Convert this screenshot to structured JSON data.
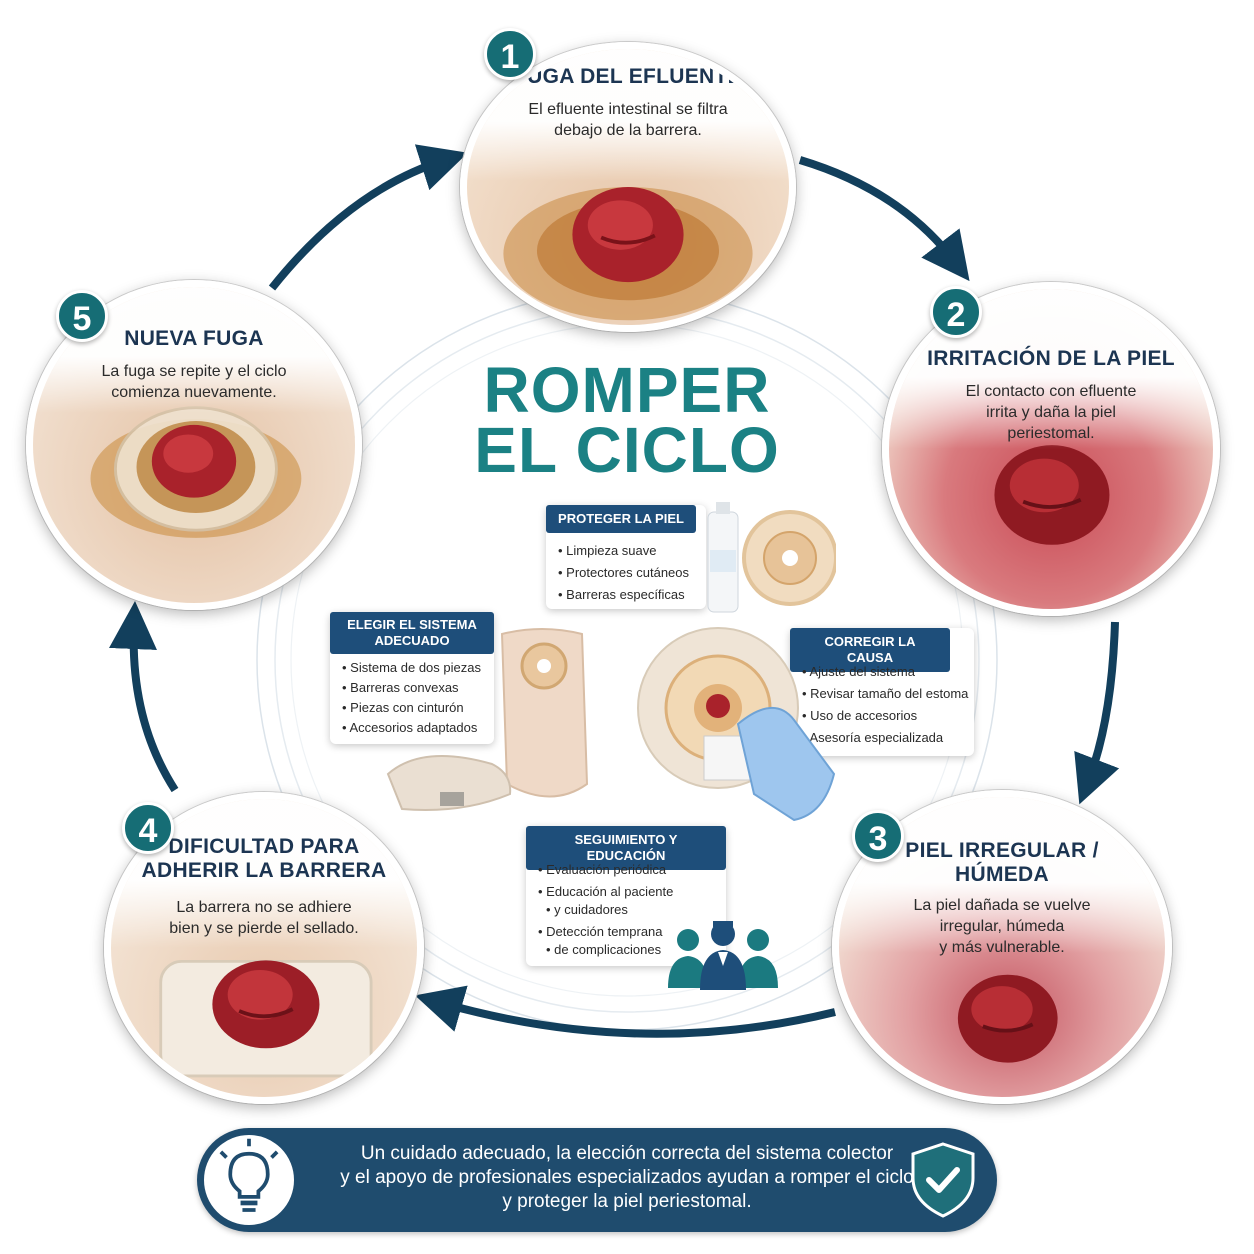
{
  "title": {
    "line1": "ROMPER",
    "line2": "EL CICLO"
  },
  "stages": [
    {
      "num": "1",
      "title": "FUGA DEL EFLUENTE",
      "line1": "El efluente intestinal se filtra",
      "line2": "debajo de la barrera.",
      "line3": ""
    },
    {
      "num": "2",
      "title": "IRRITACIÓN DE LA PIEL",
      "line1": "El contacto con efluente",
      "line2": "irrita y daña la piel",
      "line3": "periestomal."
    },
    {
      "num": "3",
      "title": "PIEL IRREGULAR /",
      "title2": "HÚMEDA",
      "line1": "La piel dañada se vuelve",
      "line2": "irregular, húmeda",
      "line3": "y más vulnerable."
    },
    {
      "num": "4",
      "title": "DIFICULTAD PARA",
      "title2": "ADHERIR LA BARRERA",
      "line1": "La barrera no se adhiere",
      "line2": "bien y se pierde el sellado.",
      "line3": ""
    },
    {
      "num": "5",
      "title": "NUEVA FUGA",
      "line1": "La fuga se repite y el ciclo",
      "line2": "comienza nuevamente.",
      "line3": ""
    }
  ],
  "cards": {
    "protect": {
      "header": "PROTEGER LA PIEL",
      "items": [
        "Limpieza suave",
        "Protectores cutáneos",
        "Barreras específicas"
      ]
    },
    "choose": {
      "header1": "ELEGIR EL SISTEMA",
      "header2": "ADECUADO",
      "items": [
        "Sistema de dos piezas",
        "Barreras convexas",
        "Piezas con cinturón",
        "Accesorios adaptados"
      ]
    },
    "correct": {
      "header": "CORREGIR LA CAUSA",
      "items": [
        "Ajuste del sistema",
        "Revisar tamaño del estoma",
        "Uso de accesorios",
        "Asesoría especializada"
      ]
    },
    "follow": {
      "header": "SEGUIMIENTO Y EDUCACIÓN",
      "items": [
        "Evaluación periódica",
        "Educación al paciente",
        "y cuidadores",
        "Detección temprana",
        "de complicaciones"
      ]
    }
  },
  "banner": {
    "line1": "Un cuidado adecuado, la elección correcta del sistema colector",
    "line2": "y el apoyo de profesionales especializados ayudan a romper el ciclo",
    "line3": "y proteger la piel periestomal."
  },
  "colors": {
    "navy": "#1e4e7a",
    "teal": "#166d75",
    "title": "#1b8184",
    "banner": "#1f4c6e"
  },
  "icons": [
    "arrow-icon",
    "lightbulb-icon",
    "shield-check-icon",
    "people-icon"
  ]
}
